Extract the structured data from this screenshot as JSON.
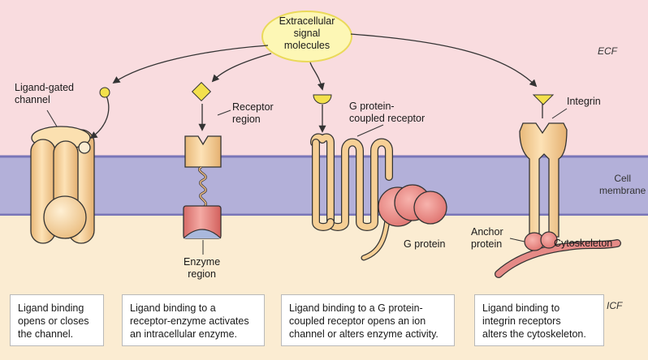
{
  "signal_source": {
    "label": "Extracellular\nsignal\nmolecules"
  },
  "regions": {
    "ecf": "ECF",
    "membrane": "Cell\nmembrane",
    "icf": "ICF"
  },
  "labels": {
    "ligand_gated_channel": "Ligand-gated\nchannel",
    "receptor_region": "Receptor\nregion",
    "enzyme_region": "Enzyme\nregion",
    "gpcr": "G protein-\ncoupled receptor",
    "g_protein": "G protein",
    "integrin": "Integrin",
    "anchor_protein": "Anchor\nprotein",
    "cytoskeleton": "Cytoskeleton"
  },
  "captions": [
    "Ligand binding\nopens or closes\nthe channel.",
    "Ligand binding to a\nreceptor-enzyme activates\nan intracellular enzyme.",
    "Ligand binding to a G protein-\ncoupled receptor opens an ion\nchannel or alters enzyme activity.",
    "Ligand binding to\nintegrin receptors\nalters the cytoskeleton."
  ],
  "colors": {
    "ecf_background": "#f9dcdf",
    "membrane": "#b3b0d9",
    "icf_background": "#fbecd2",
    "receptor_tan": "#f6cf95",
    "enzyme_red": "#e58a86",
    "ligand_yellow": "#f3e04c",
    "caption_bg": "#ffffff"
  }
}
